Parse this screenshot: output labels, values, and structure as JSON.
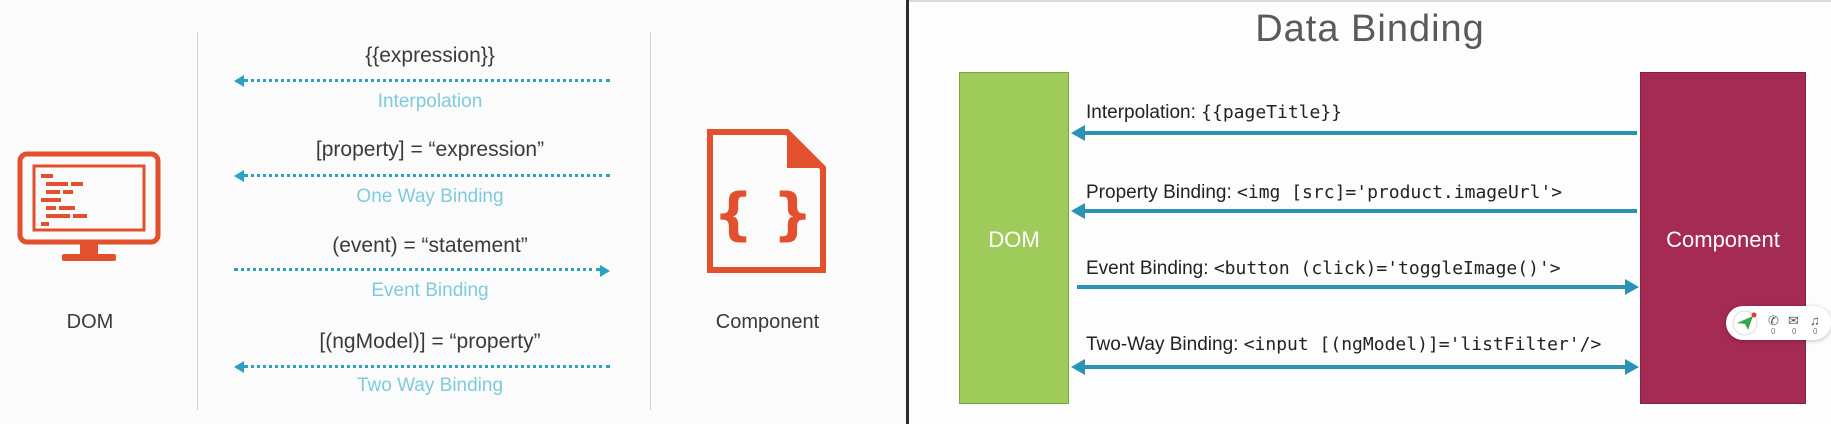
{
  "left_slide": {
    "dom_caption": "DOM",
    "component_caption": "Component",
    "bindings": [
      {
        "expression": "{{expression}}",
        "label": "Interpolation",
        "direction": "to-dom"
      },
      {
        "expression": "[property] = “expression”",
        "label": "One Way Binding",
        "direction": "to-dom"
      },
      {
        "expression": "(event) = “statement”",
        "label": "Event Binding",
        "direction": "to-component"
      },
      {
        "expression": "[(ngModel)] = “property”",
        "label": "Two Way Binding",
        "direction": "to-dom"
      }
    ],
    "colors": {
      "icon": "#e2502e",
      "arrow": "#2aa2c1",
      "label": "#7fcbdc"
    }
  },
  "right_slide": {
    "title": "Data Binding",
    "dom_label": "DOM",
    "component_label": "Component",
    "bindings": [
      {
        "prefix": "Interpolation: ",
        "code": "{{pageTitle}}",
        "direction": "to-dom"
      },
      {
        "prefix": "Property Binding: ",
        "code": "<img [src]='product.imageUrl'>",
        "direction": "to-dom"
      },
      {
        "prefix": "Event Binding: ",
        "code": "<button (click)='toggleImage()'>",
        "direction": "to-component"
      },
      {
        "prefix": "Two-Way Binding: ",
        "code": "<input [(ngModel)]='listFilter'/>",
        "direction": "both"
      }
    ],
    "colors": {
      "dom": "#9fcb5a",
      "component": "#a52a54",
      "arrow": "#2b93b5"
    }
  },
  "widget": {
    "icons": [
      "send-icon",
      "phone-icon",
      "chat-icon",
      "bell-icon"
    ],
    "counts": [
      "0",
      "0",
      "0"
    ]
  }
}
